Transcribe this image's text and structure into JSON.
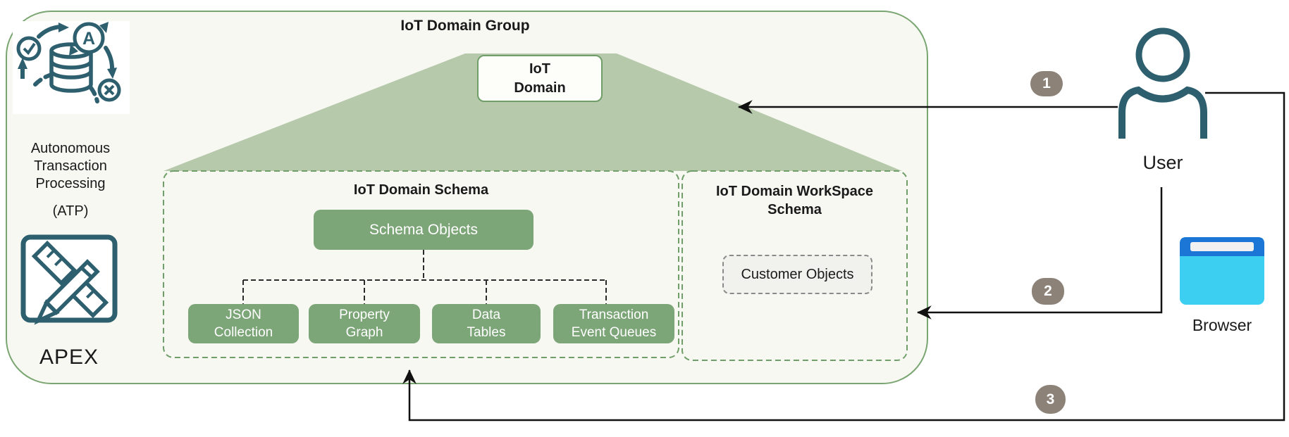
{
  "colors": {
    "teal": "#2d5f6e",
    "green_box": "#7ca578",
    "green_border": "#6f9e69",
    "container_border": "#79a570",
    "trapezoid": "#b6c9ab",
    "container_bg": "#f8f8f3",
    "badge_bg": "#8c8278",
    "line": "#111111",
    "browser_top": "#1b76d5",
    "browser_body": "#3dcff1"
  },
  "container": {
    "title": "IoT Domain Group"
  },
  "atp": {
    "name_line1": "Autonomous",
    "name_line2": "Transaction",
    "name_line3": "Processing",
    "acronym": "(ATP)",
    "icon_letter": "A"
  },
  "apex": {
    "label": "APEX"
  },
  "iot_domain": {
    "line1": "IoT",
    "line2": "Domain"
  },
  "schema": {
    "title": "IoT Domain Schema",
    "objects_label": "Schema Objects",
    "children": [
      {
        "line1": "JSON",
        "line2": "Collection"
      },
      {
        "line1": "Property",
        "line2": "Graph"
      },
      {
        "line1": "Data",
        "line2": "Tables"
      },
      {
        "line1": "Transaction",
        "line2": "Event Queues"
      }
    ]
  },
  "workspace": {
    "title_line1": "IoT Domain WorkSpace",
    "title_line2": "Schema",
    "customer_label": "Customer Objects"
  },
  "actors": {
    "user": "User",
    "browser": "Browser"
  },
  "badges": [
    "1",
    "2",
    "3"
  ]
}
